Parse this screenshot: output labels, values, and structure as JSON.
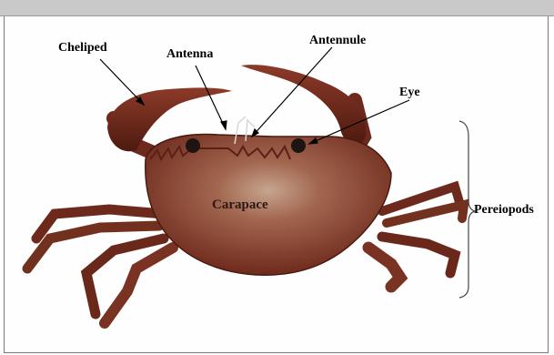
{
  "labels": {
    "cheliped": "Cheliped",
    "antenna": "Antenna",
    "antennule": "Antennule",
    "eye": "Eye",
    "carapace": "Carapace",
    "pereiopods": "Pereiopods"
  },
  "colors": {
    "crab_body": "#7a3323",
    "crab_dark": "#4a1a12",
    "carapace_highlight": "#b3876f",
    "leader_line": "#000000"
  }
}
